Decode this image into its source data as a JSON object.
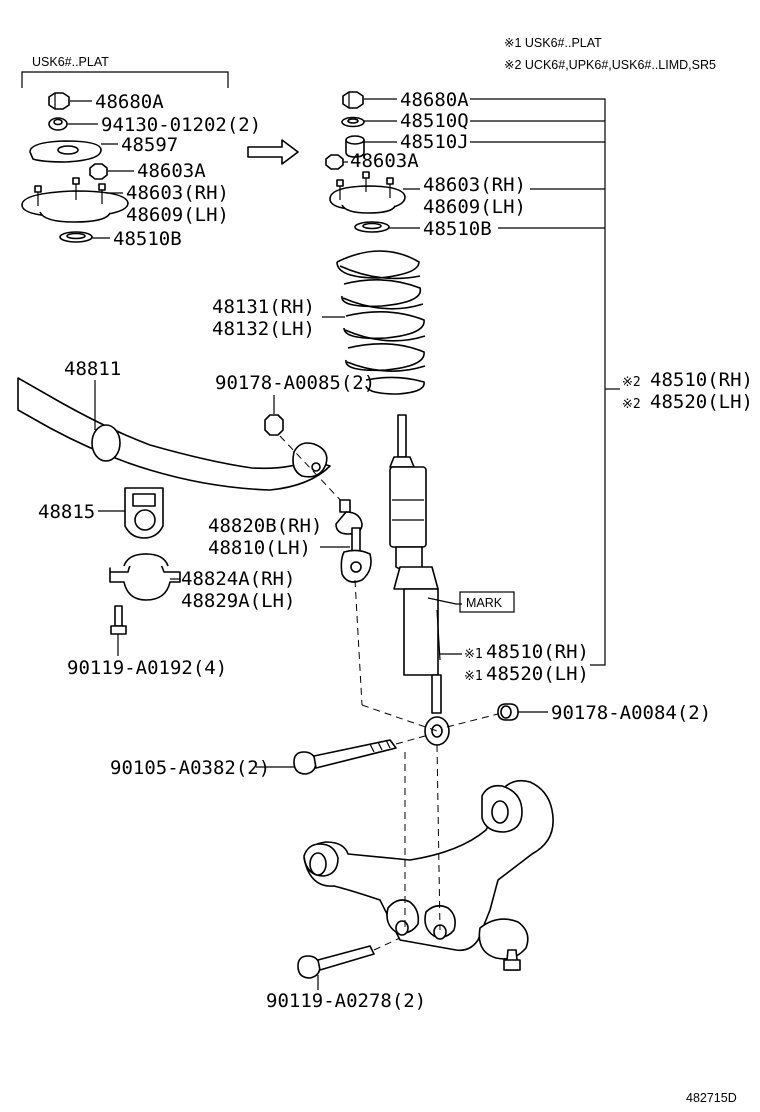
{
  "notes": {
    "note1": "※1  USK6#..PLAT",
    "note2": "※2  UCK6#,UPK6#,USK6#..LIMD,SR5",
    "group_title": "USK6#..PLAT",
    "mark": "MARK",
    "drawing_no": "482715D"
  },
  "left_group": {
    "nut": "48680A",
    "washer": "94130-01202(2)",
    "plate": "48597",
    "small_nut": "48603A",
    "support_rh": "48603(RH)",
    "support_lh": "48609(LH)",
    "bearing": "48510B"
  },
  "right_group": {
    "nut": "48680A",
    "washer": "48510Q",
    "cushion": "48510J",
    "small_nut": "48603A",
    "support_rh": "48603(RH)",
    "support_lh": "48609(LH)",
    "bearing": "48510B"
  },
  "spring": {
    "rh": "48131(RH)",
    "lh": "48132(LH)"
  },
  "strut_assy": {
    "prefix": "※2",
    "rh": "48510(RH)",
    "lh": "48520(LH)"
  },
  "absorber": {
    "prefix": "※1",
    "rh": "48510(RH)",
    "lh": "48520(LH)"
  },
  "stabilizer": {
    "bar": "48811",
    "nut": "90178-A0085(2)",
    "bushing": "48815",
    "link_rh": "48820B(RH)",
    "link_lh": "48810(LH)",
    "bracket_rh": "48824A(RH)",
    "bracket_lh": "48829A(LH)",
    "bolt": "90119-A0192(4)"
  },
  "lower": {
    "nut": "90178-A0084(2)",
    "bolt": "90105-A0382(2)",
    "arm_bolt": "90119-A0278(2)"
  }
}
